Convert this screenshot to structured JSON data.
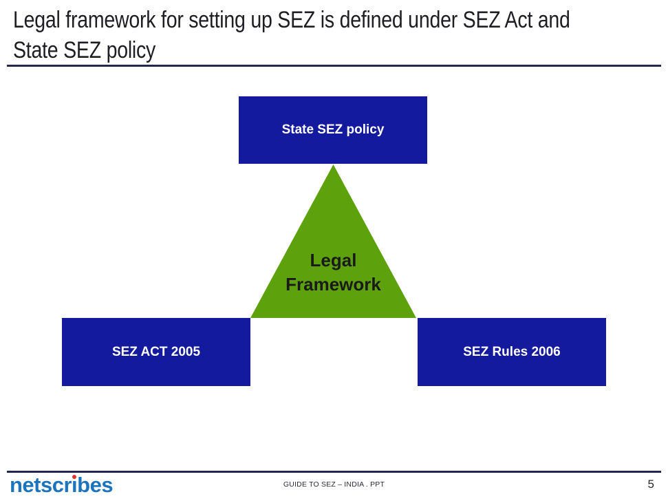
{
  "header": {
    "title_lines": [
      "Legal framework for setting up SEZ is defined under SEZ Act and",
      "State SEZ policy"
    ]
  },
  "diagram": {
    "top_box_label": "State SEZ policy",
    "left_box_label": "SEZ ACT 2005",
    "right_box_label": "SEZ Rules 2006",
    "triangle_label_lines": [
      "Legal",
      "Framework"
    ]
  },
  "footer": {
    "logo_prefix": "netscr",
    "logo_i": "ı",
    "logo_suffix": "bes",
    "doc_title": "GUIDE TO SEZ – INDIA . PPT",
    "page_number": "5"
  },
  "colors": {
    "box_blue": "#141a9e",
    "triangle_green": "#5da10d",
    "rule_navy": "#232650",
    "logo_blue": "#1c75bc",
    "logo_dot_red": "#e0352f"
  }
}
